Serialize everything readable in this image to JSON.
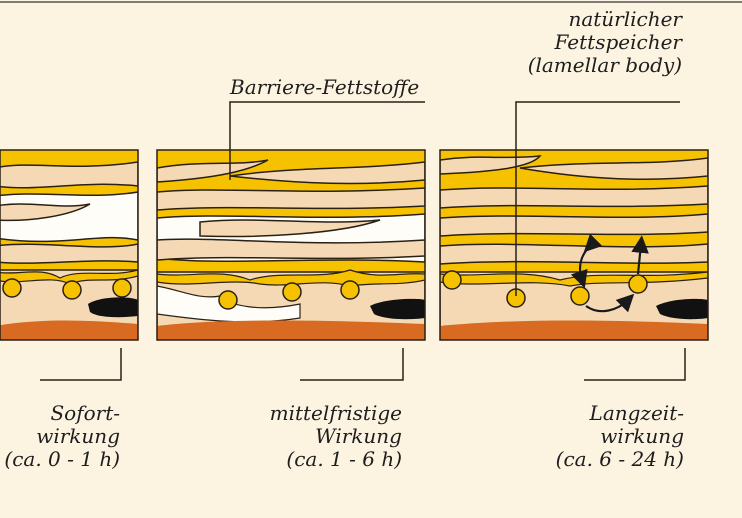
{
  "colors": {
    "background": "#fdf3e1",
    "lipid": "#f6c200",
    "cell": "#f4d9b4",
    "gap": "#fffdf8",
    "deep": "#d86a22",
    "outline": "#2a2016"
  },
  "labels": {
    "barrier": "Barriere-Fettstoffe",
    "storage": [
      "natürlicher",
      "Fettspeicher",
      "(lamellar body)"
    ]
  },
  "panels": [
    {
      "lines": [
        "Sofort-",
        "wirkung",
        "(ca. 0 - 1 h)"
      ]
    },
    {
      "lines": [
        "mittelfristige",
        "Wirkung",
        "(ca. 1 - 6 h)"
      ]
    },
    {
      "lines": [
        "Langzeit-",
        "wirkung",
        "(ca. 6 - 24 h)"
      ]
    }
  ]
}
